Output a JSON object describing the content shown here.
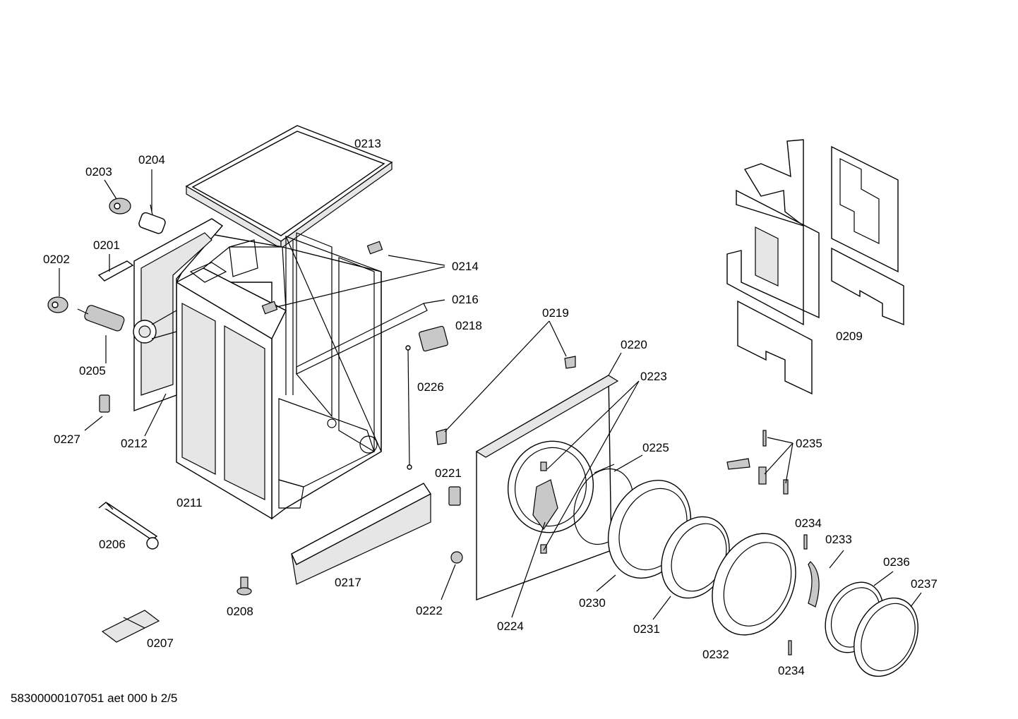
{
  "labels": {
    "p0201": "0201",
    "p0202": "0202",
    "p0203": "0203",
    "p0204": "0204",
    "p0205": "0205",
    "p0206": "0206",
    "p0207": "0207",
    "p0208": "0208",
    "p0209": "0209",
    "p0211": "0211",
    "p0212": "0212",
    "p0213": "0213",
    "p0214": "0214",
    "p0216": "0216",
    "p0217": "0217",
    "p0218": "0218",
    "p0219": "0219",
    "p0220": "0220",
    "p0221": "0221",
    "p0222": "0222",
    "p0223": "0223",
    "p0224": "0224",
    "p0225": "0225",
    "p0226": "0226",
    "p0227": "0227",
    "p0230": "0230",
    "p0231": "0231",
    "p0232": "0232",
    "p0233": "0233",
    "p0234a": "0234",
    "p0234b": "0234",
    "p0235": "0235",
    "p0236": "0236",
    "p0237": "0237"
  },
  "footer": "58300000107051 aet 000 b 2/5"
}
